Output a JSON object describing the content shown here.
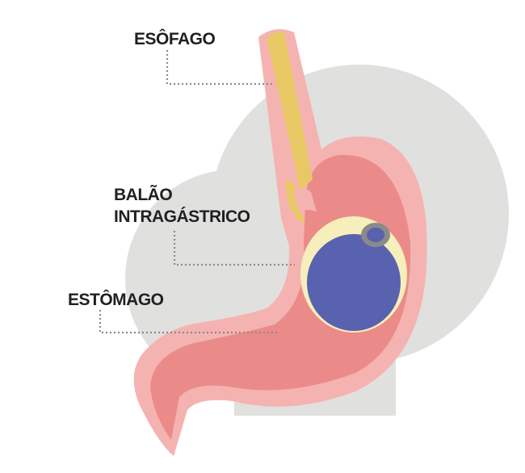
{
  "labels": {
    "esophagus": "ESÔFAGO",
    "balloon_line1": "BALÃO",
    "balloon_line2": "INTRAGÁSTRICO",
    "stomach": "ESTÔMAGO"
  },
  "colors": {
    "background_blob": "#e0e0df",
    "stomach_wall": "#f4b3b1",
    "stomach_inner": "#eb8b89",
    "esophagus_lumen": "#e8c864",
    "balloon_rim": "#f6efbb",
    "balloon_fill": "#5962ae",
    "valve": "#8a8a8a",
    "leader_line": "#8a8a8a"
  }
}
